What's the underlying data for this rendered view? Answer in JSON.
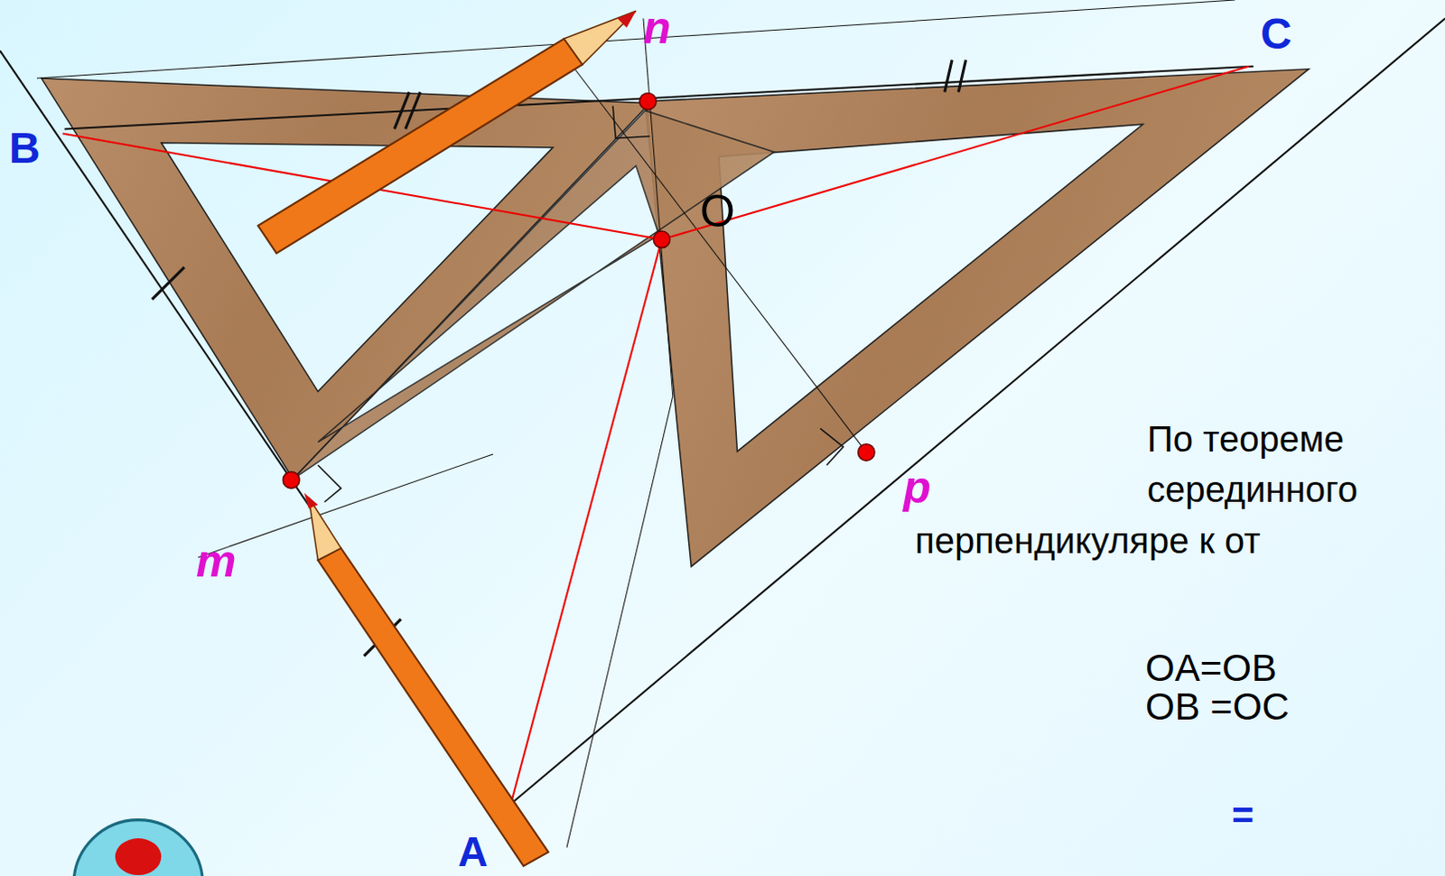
{
  "diagram": {
    "labels": [
      "n",
      "C",
      "B",
      "O",
      "p",
      "m",
      "A",
      "По теореме",
      "серединного",
      "перпендикуляре к от",
      "OA=OB",
      "OB =OC",
      "="
    ]
  }
}
